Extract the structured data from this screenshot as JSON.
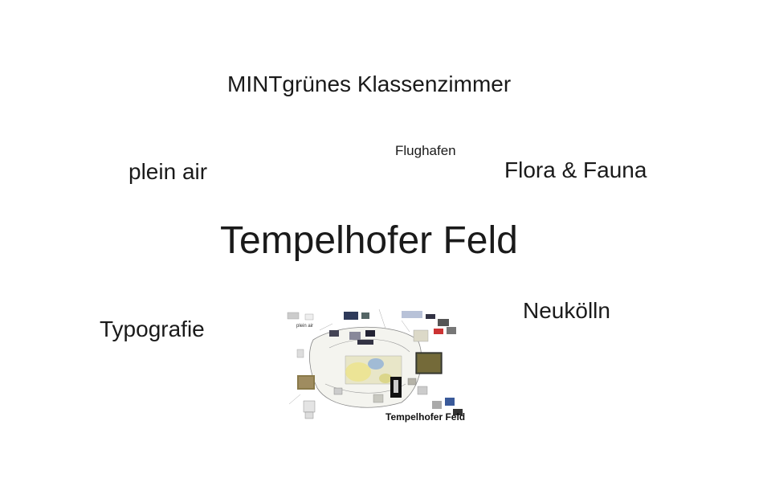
{
  "words": {
    "mint": "MINTgrünes Klassenzimmer",
    "flughafen": "Flughafen",
    "plein_air": "plein air",
    "flora_fauna": "Flora & Fauna",
    "tempelhofer_feld": "Tempelhofer  Feld",
    "typografie": "Typografie",
    "neukoelln": "Neukölln"
  },
  "thumbnail": {
    "caption": "Tempelhofer Feld",
    "mini_label": "plein air"
  },
  "colors": {
    "text": "#1a1a1a",
    "background": "#ffffff"
  }
}
